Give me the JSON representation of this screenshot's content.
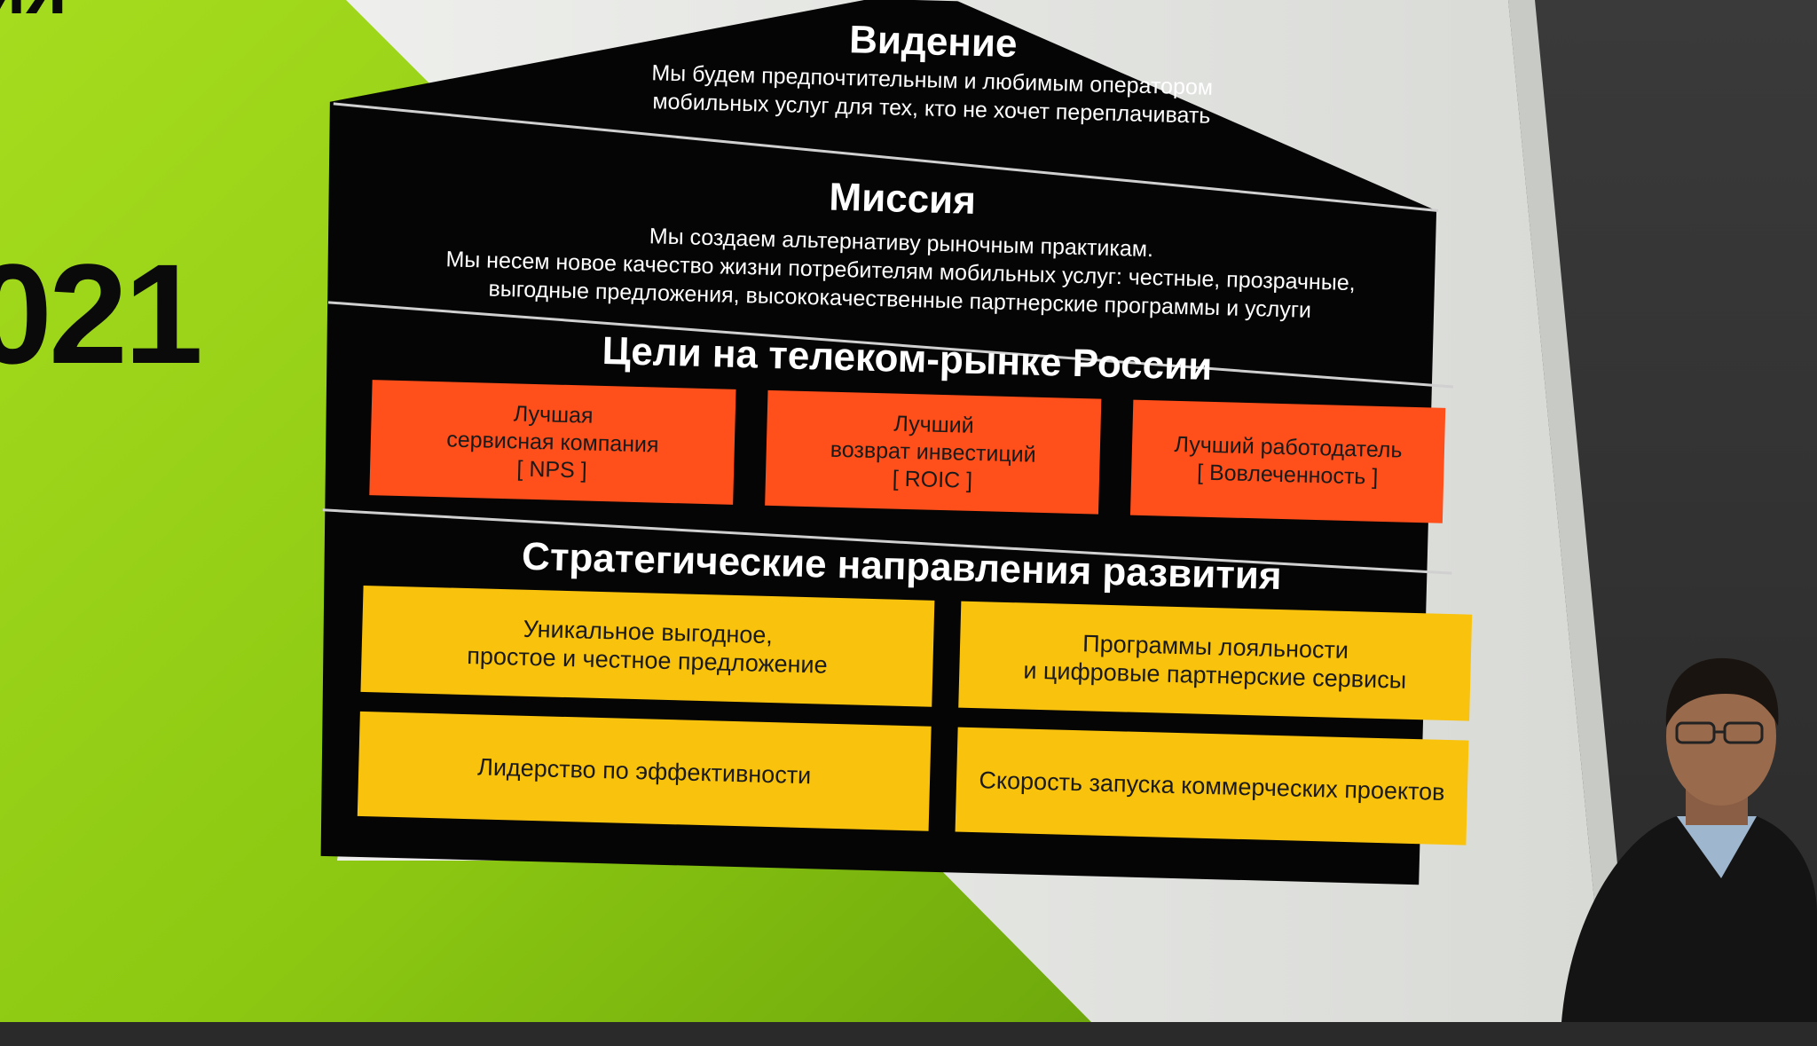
{
  "slide": {
    "year_fragment": "021",
    "corner_fragment": "ия"
  },
  "vision": {
    "title": "Видение",
    "lines": [
      "Мы будем предпочтительным и любимым оператором",
      "мобильных услуг для тех, кто не хочет переплачивать"
    ]
  },
  "mission": {
    "title": "Миссия",
    "lines": [
      "Мы создаем альтернативу рыночным практикам.",
      "Мы несем новое качество жизни потребителям мобильных услуг: честные, прозрачные,",
      "выгодные предложения, высококачественные партнерские программы и услуги"
    ]
  },
  "goals": {
    "title": "Цели на телеком-рынке России",
    "items": [
      {
        "lines": [
          "Лучшая",
          "сервисная компания",
          "[ NPS ]"
        ]
      },
      {
        "lines": [
          "Лучший",
          "возврат инвестиций",
          "[ ROIC ]"
        ]
      },
      {
        "lines": [
          "Лучший работодатель",
          "[ Вовлеченность ]"
        ]
      }
    ]
  },
  "directions": {
    "title": "Стратегические направления развития",
    "items": [
      {
        "lines": [
          "Уникальное выгодное,",
          "простое и честное предложение"
        ]
      },
      {
        "lines": [
          "Программы лояльности",
          "и цифровые партнерские сервисы"
        ]
      },
      {
        "lines": [
          "Лидерство по эффективности"
        ]
      },
      {
        "lines": [
          "Скорость запуска коммерческих проектов"
        ]
      }
    ]
  },
  "colors": {
    "green": "#8ccc10",
    "goal_red": "#ff4f1a",
    "direction_yellow": "#f8c20d",
    "house_black": "#050505"
  }
}
